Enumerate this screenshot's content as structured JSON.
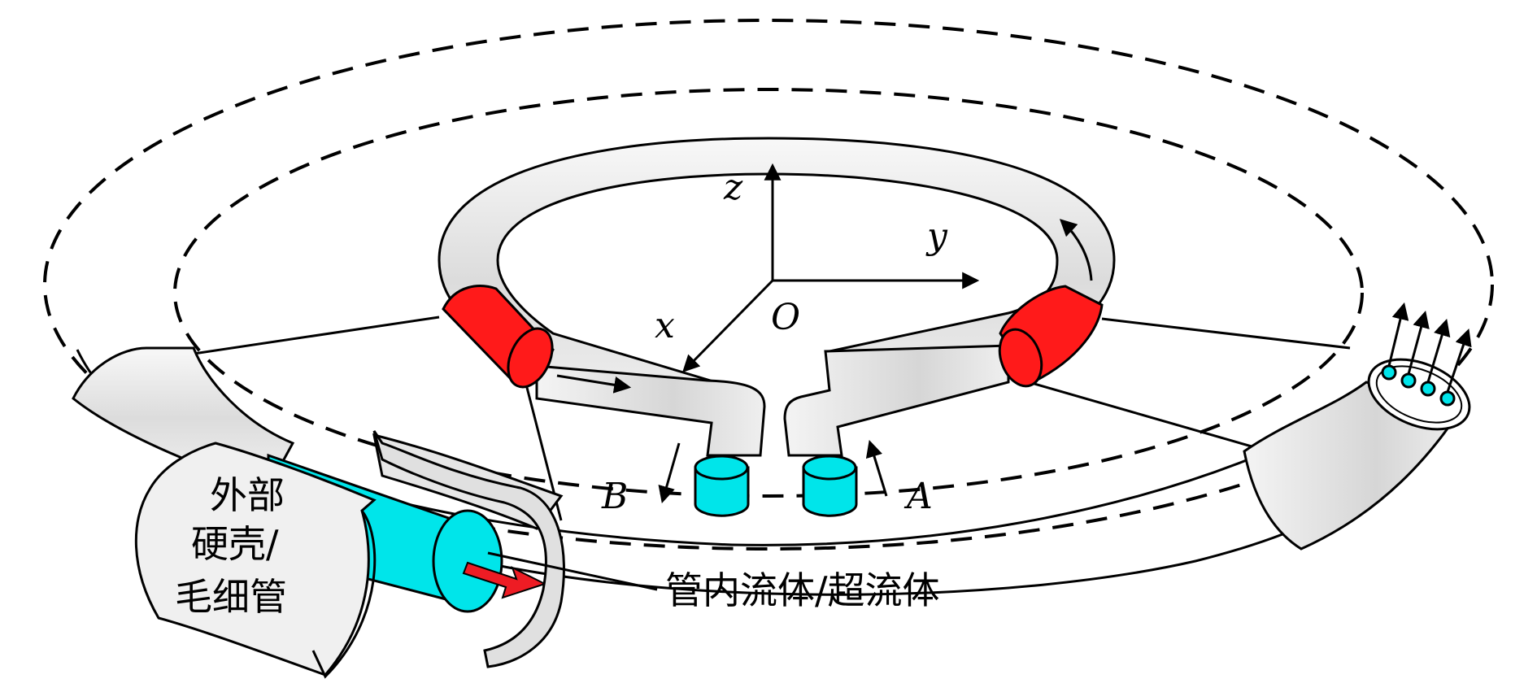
{
  "axes": {
    "z": "z",
    "y": "y",
    "x": "x",
    "origin": "O"
  },
  "ports": {
    "a": "A",
    "b": "B"
  },
  "labels": {
    "shell_line1": "外部",
    "shell_line2": "硬壳/",
    "shell_line3": "毛细管",
    "fluid": "管内流体/超流体"
  },
  "colors": {
    "tube": "#e6e6e6",
    "seal": "#ff1a1a",
    "fluid": "#00e5ea",
    "flow_arrow": "#ee1c24",
    "stroke": "#000000"
  }
}
